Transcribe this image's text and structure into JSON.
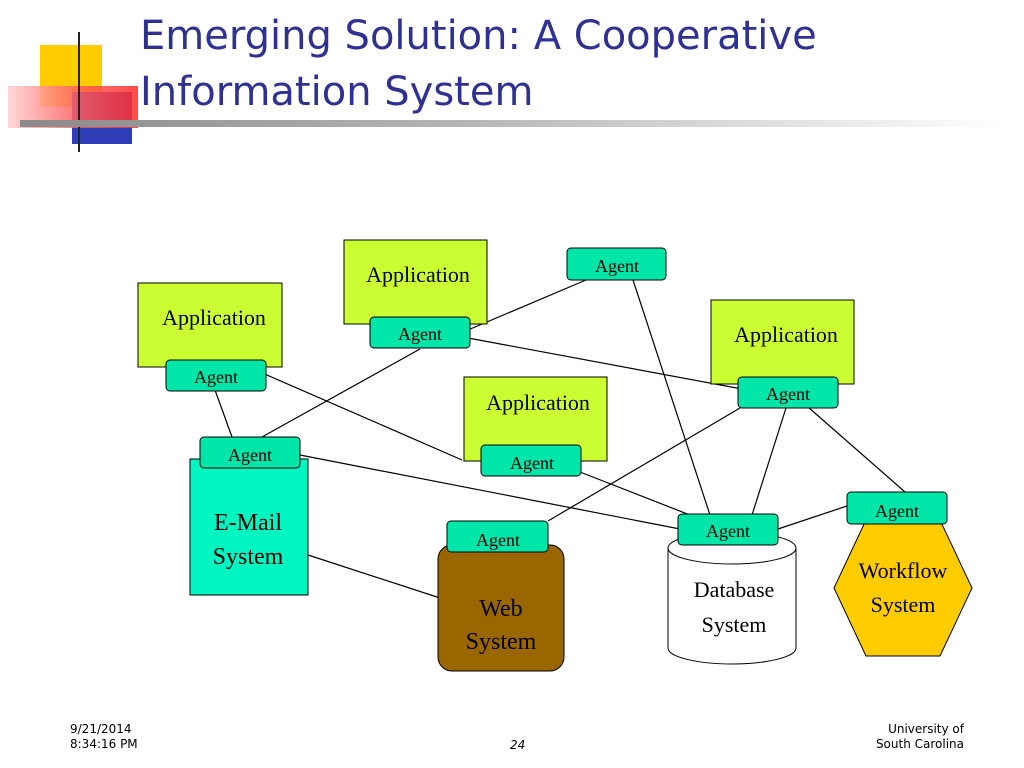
{
  "slide": {
    "title": "Emerging Solution: A Cooperative\nInformation System"
  },
  "diagram": {
    "colors": {
      "application": "#ccff33",
      "agent": "#00e5a8",
      "email": "#00f5c0",
      "web": "#996600",
      "database": "#ffffff",
      "workflow": "#ffcc00",
      "title": "#2e3192"
    },
    "applications": [
      {
        "label": "Application"
      },
      {
        "label": "Application"
      },
      {
        "label": "Application"
      },
      {
        "label": "Application"
      }
    ],
    "agent_label": "Agent",
    "systems": {
      "email": "E-Mail\nSystem",
      "web": "Web\nSystem",
      "database": "Database\nSystem",
      "workflow": "Workflow\nSystem"
    }
  },
  "footer": {
    "date": "9/21/2014\n8:34:16 PM",
    "page": "24",
    "org": "University of\nSouth Carolina"
  }
}
